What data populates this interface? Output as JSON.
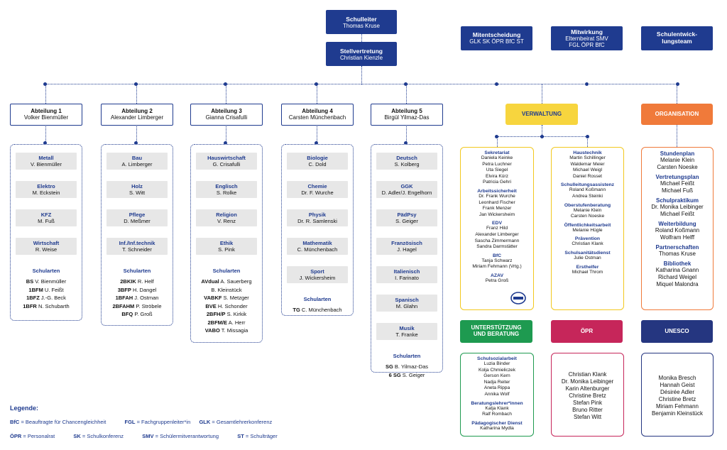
{
  "top": {
    "schulleiter": {
      "title": "Schulleiter",
      "name": "Thomas Kruse"
    },
    "stellvertretung": {
      "title": "Stellvertretung",
      "name": "Christian Kienzle"
    },
    "mitentscheidung": {
      "title": "Mitentscheidung",
      "sub": "GLK SK ÖPR BfC ST"
    },
    "mitwirkung": {
      "title": "Mitwirkung",
      "sub1": "Elternbeirat SMV",
      "sub2": "FGL ÖPR BfC"
    },
    "schulentwicklung": {
      "line1": "Schulentwick-",
      "line2": "lungsteam"
    }
  },
  "departments": [
    {
      "title": "Abteilung 1",
      "head": "Volker Bienmüller",
      "subjects": [
        {
          "name": "Metall",
          "person": "V. Bienmüller"
        },
        {
          "name": "Elektro",
          "person": "M. Eckstein"
        },
        {
          "name": "KFZ",
          "person": "M. Fuß"
        },
        {
          "name": "Wirtschaft",
          "person": "R. Weise"
        }
      ],
      "schularten_label": "Schularten",
      "schularten": [
        {
          "code": "BS",
          "name": "V. Bienmüller"
        },
        {
          "code": "1BFM",
          "name": "U. Feißt"
        },
        {
          "code": "1BFZ",
          "name": "J.-G. Beck"
        },
        {
          "code": "1BFR",
          "name": "N. Schubarth"
        }
      ]
    },
    {
      "title": "Abteilung 2",
      "head": "Alexander Limberger",
      "subjects": [
        {
          "name": "Bau",
          "person": "A. Limberger"
        },
        {
          "name": "Holz",
          "person": "S. Witt"
        },
        {
          "name": "Pflege",
          "person": "D. Meßmer"
        },
        {
          "name": "Inf./Inf.technik",
          "person": "T. Schneider"
        }
      ],
      "schularten_label": "Schularten",
      "schularten": [
        {
          "code": "2BKIK",
          "name": "R. Helf"
        },
        {
          "code": "3BFP",
          "name": "H. Dangel"
        },
        {
          "code": "1BFAH",
          "name": "J. Ostman"
        },
        {
          "code": "2BFAHM",
          "name": "P. Ströbele"
        },
        {
          "code": "BFQ",
          "name": "P. Groß"
        }
      ]
    },
    {
      "title": "Abteilung 3",
      "head": "Gianna Crisafulli",
      "subjects": [
        {
          "name": "Hauswirtschaft",
          "person": "G. Crisafulli"
        },
        {
          "name": "Englisch",
          "person": "S. Rolke"
        },
        {
          "name": "Religion",
          "person": "V. Renz"
        },
        {
          "name": "Ethik",
          "person": "S. Pink"
        }
      ],
      "schularten_label": "Schularten",
      "schularten": [
        {
          "code": "AVdual",
          "name": "A. Sauerberg"
        },
        {
          "code": "",
          "name": "B. Kleinstück"
        },
        {
          "code": "VABKF",
          "name": "S. Metzger"
        },
        {
          "code": "BVE",
          "name": "H. Schonder"
        },
        {
          "code": "2BFH/P",
          "name": "S. Kirkik"
        },
        {
          "code": "2BFM/E",
          "name": "A. Herr"
        },
        {
          "code": "VABO",
          "name": "T. Missagia"
        }
      ]
    },
    {
      "title": "Abteilung 4",
      "head": "Carsten Münchenbach",
      "subjects": [
        {
          "name": "Biologie",
          "person": "C. Dold"
        },
        {
          "name": "Chemie",
          "person": "Dr. F. Wurche"
        },
        {
          "name": "Physik",
          "person": "Dr. R. Samlenski"
        },
        {
          "name": "Mathematik",
          "person": "C. Münchenbach"
        },
        {
          "name": "Sport",
          "person": "J. Wickersheim"
        }
      ],
      "schularten_label": "Schularten",
      "schularten": [
        {
          "code": "TG",
          "name": "C. Münchenbach"
        }
      ]
    },
    {
      "title": "Abteilung 5",
      "head": "Birgül Yilmaz-Das",
      "subjects": [
        {
          "name": "Deutsch",
          "person": "S. Kolberg"
        },
        {
          "name": "GGK",
          "person": "D. Adler/J. Engelhorn"
        },
        {
          "name": "PädPsy",
          "person": "S. Geiger"
        },
        {
          "name": "Französisch",
          "person": "J. Hagel"
        },
        {
          "name": "Italienisch",
          "person": "I. Farinato"
        },
        {
          "name": "Spanisch",
          "person": "M. Glahn"
        },
        {
          "name": "Musik",
          "person": "T. Franke"
        }
      ],
      "schularten_label": "Schularten",
      "schularten": [
        {
          "code": "SG",
          "name": "B. Yilmaz-Das"
        },
        {
          "code": "6 SG",
          "name": "S. Geiger"
        }
      ]
    }
  ],
  "verwaltung": {
    "label": "VERWALTUNG",
    "left": [
      {
        "title": "Sekretariat",
        "names": [
          "Daniela Keinke",
          "Petra Luchner",
          "Uta Siegel",
          "Elvira Kürz",
          "Patricia Gehri"
        ]
      },
      {
        "title": "Arbeitssicherheit",
        "names": [
          "Dr. Frank Wurche",
          "Leonhard Fischer",
          "Frank Menzer",
          "Jan Wickersheim"
        ]
      },
      {
        "title": "EDV",
        "names": [
          "Franz Hild",
          "Alexander Limberger",
          "Sascha Zimmermann",
          "Sandra Darmstätter"
        ]
      },
      {
        "title": "BfC",
        "names": [
          "Tanja Schwarz",
          "Miriam Fehmann (Vrtg.)"
        ]
      },
      {
        "title": "AZAV",
        "names": [
          "Petra Groß"
        ]
      }
    ],
    "right": [
      {
        "title": "Haustechnik",
        "names": [
          "Martin Schillinger",
          "Waldemar Meier",
          "Michael Weigl",
          "Daniel Rosset"
        ]
      },
      {
        "title": "Schulleitungsassistenz",
        "names": [
          "Roland Koßmann",
          "Andrea Steinki"
        ]
      },
      {
        "title": "Oberstufenberatung",
        "names": [
          "Melanie Klein",
          "Carsten Noeske"
        ]
      },
      {
        "title": "Öffentlichkeitsarbeit",
        "names": [
          "Melanie Hügle"
        ]
      },
      {
        "title": "Prävention",
        "names": [
          "Christian Klank"
        ]
      },
      {
        "title": "Schulsanitätsdienst",
        "names": [
          "Julie Ostman"
        ]
      },
      {
        "title": "Ersthelfer",
        "names": [
          "Michael Throm"
        ]
      }
    ]
  },
  "organisation": {
    "label": "ORGANISATION",
    "groups": [
      {
        "title": "Stundenplan",
        "names": [
          "Melanie Klein",
          "Carsten Noeske"
        ]
      },
      {
        "title": "Vertretungsplan",
        "names": [
          "Michael Feißt",
          "Michael Fuß"
        ]
      },
      {
        "title": "Schulpraktikum",
        "names": [
          "Dr. Monika Leibinger",
          "Michael Feißt"
        ]
      },
      {
        "title": "Weiterbildung",
        "names": [
          "Roland Koßmann",
          "Wolfram Helff"
        ]
      },
      {
        "title": "Partnerschaften",
        "names": [
          "Thomas Kruse"
        ]
      },
      {
        "title": "Bibliothek",
        "names": [
          "Katharina Gnann",
          "Richard Weigel",
          "Miquel Malondra"
        ]
      }
    ]
  },
  "unterstuetzung": {
    "label1": "UNTERSTÜTZUNG",
    "label2": "UND BERATUNG",
    "groups": [
      {
        "title": "Schulsozialarbeit",
        "names": [
          "Luzia Binder",
          "Kolja Chmieliczek",
          "Gerson Kern",
          "Nadja Reiter",
          "Aneta Rippa",
          "Annika Wolf"
        ]
      },
      {
        "title": "Beratungslehrer*innen",
        "names": [
          "Katja Klank",
          "Ralf Rombach"
        ]
      },
      {
        "title": "Pädagogischer Dienst",
        "names": [
          "Katharina Mydla"
        ]
      }
    ]
  },
  "oepr": {
    "label": "ÖPR",
    "names": [
      "Christian Klank",
      "Dr. Monika Leibinger",
      "Karin Altenburger",
      "Christine Bretz",
      "Stefan Pink",
      "Bruno Ritter",
      "Stefan Witt"
    ]
  },
  "unesco": {
    "label": "UNESCO",
    "names": [
      "Monika Bresch",
      "Hannah Geist",
      "Désirée Adler",
      "Christine Bretz",
      "Miriam Fehmann",
      "Benjamin Kleinstück"
    ]
  },
  "legend": {
    "title": "Legende:",
    "row1": [
      {
        "abbr": "BfC",
        "text": "= Beauftragte für Chancengleichheit"
      },
      {
        "abbr": "FGL",
        "text": "= Fachgruppenleiter*in"
      },
      {
        "abbr": "GLK",
        "text": "= Gesamtlehrerkonferenz"
      }
    ],
    "row2": [
      {
        "abbr": "ÖPR",
        "text": "= Personalrat"
      },
      {
        "abbr": "SK",
        "text": "= Schulkonferenz"
      },
      {
        "abbr": "SMV",
        "text": "= Schülermitverantwortung"
      },
      {
        "abbr": "ST",
        "text": "= Schulträger"
      }
    ]
  },
  "colors": {
    "navy": "#1f3b8f",
    "verwaltung": "#f7d53e",
    "organisation": "#f07a3a",
    "unterstuetzung": "#1e9a50",
    "oepr": "#c6265a",
    "unesco": "#253680"
  }
}
